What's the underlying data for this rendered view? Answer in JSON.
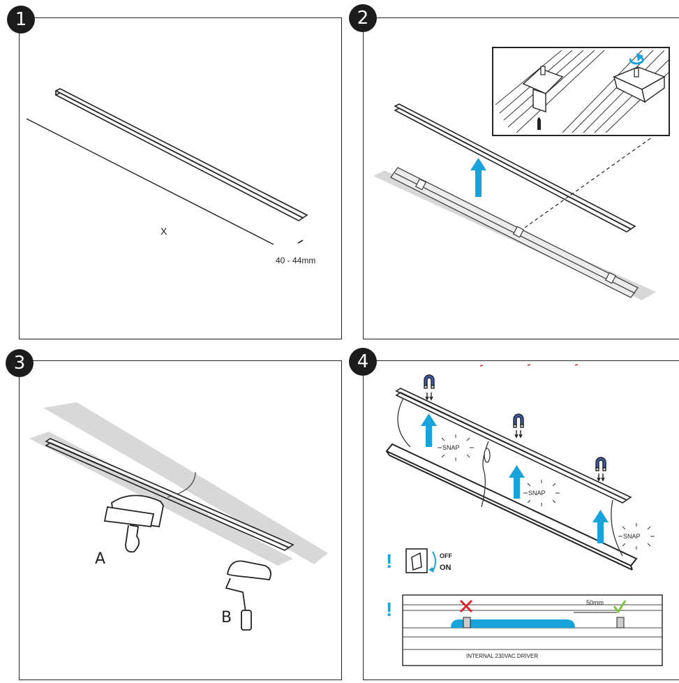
{
  "steps": [
    {
      "number": "1",
      "label_x": "X",
      "label_depth": "40 - 44mm"
    },
    {
      "number": "2"
    },
    {
      "number": "3",
      "label_a": "A",
      "label_b": "B"
    },
    {
      "number": "4",
      "snap_labels": [
        "SNAP",
        "SNAP",
        "SNAP"
      ],
      "switch_off": "OFF",
      "switch_on": "ON",
      "warning_mark": "!",
      "distance_label": "50mm",
      "driver_label": "INTERNAL 230VAC DRIVER"
    }
  ],
  "colors": {
    "accent": "#19a3dd",
    "error": "#d9262c",
    "ok": "#7cc242",
    "shadow": "#d8d8d8"
  }
}
